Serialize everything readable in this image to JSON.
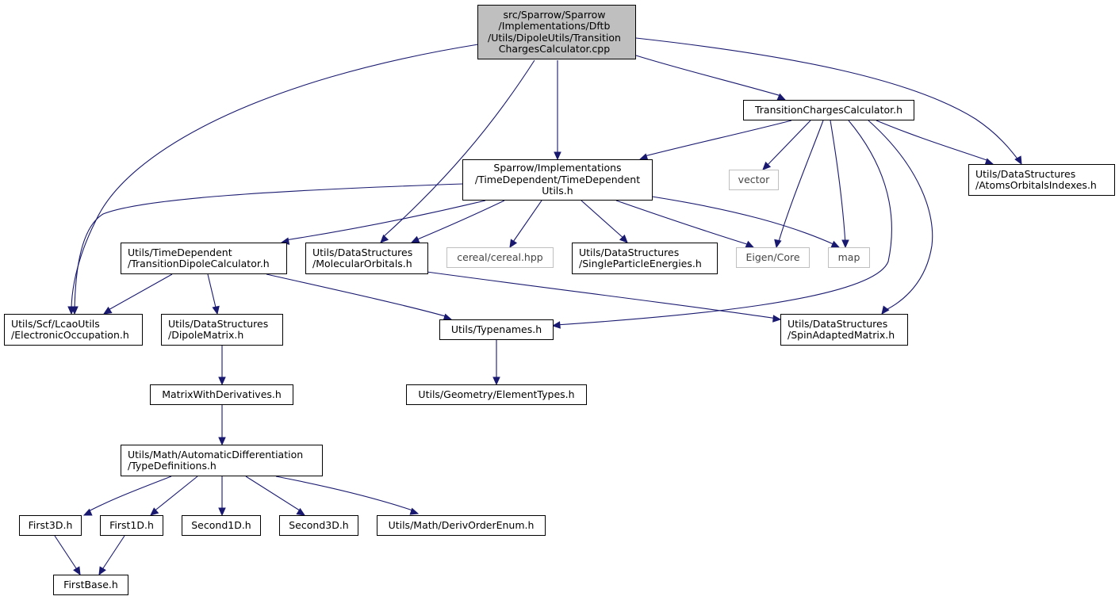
{
  "graph": {
    "root": "src/Sparrow/Sparrow\n/Implementations/Dftb\n/Utils/DipoleUtils/Transition\nChargesCalculator.cpp",
    "nodes": {
      "transition_charges_h": "TransitionChargesCalculator.h",
      "time_dependent_utils": "Sparrow/Implementations\n/TimeDependent/TimeDependent\nUtils.h",
      "vector": "vector",
      "atoms_orbitals_indexes": "Utils/DataStructures\n/AtomsOrbitalsIndexes.h",
      "transition_dipole_calc": "Utils/TimeDependent\n/TransitionDipoleCalculator.h",
      "molecular_orbitals": "Utils/DataStructures\n/MolecularOrbitals.h",
      "cereal": "cereal/cereal.hpp",
      "single_particle_energies": "Utils/DataStructures\n/SingleParticleEnergies.h",
      "eigen_core": "Eigen/Core",
      "map": "map",
      "electronic_occupation": "Utils/Scf/LcaoUtils\n/ElectronicOccupation.h",
      "dipole_matrix": "Utils/DataStructures\n/DipoleMatrix.h",
      "typenames": "Utils/Typenames.h",
      "spin_adapted_matrix": "Utils/DataStructures\n/SpinAdaptedMatrix.h",
      "matrix_with_derivatives": "MatrixWithDerivatives.h",
      "element_types": "Utils/Geometry/ElementTypes.h",
      "type_definitions": "Utils/Math/AutomaticDifferentiation\n/TypeDefinitions.h",
      "first3d": "First3D.h",
      "first1d": "First1D.h",
      "second1d": "Second1D.h",
      "second3d": "Second3D.h",
      "deriv_order_enum": "Utils/Math/DerivOrderEnum.h",
      "first_base": "FirstBase.h"
    },
    "edge_color": "#191970",
    "root_fill": "#bfbfbf",
    "external_border": "#bfbfbf"
  }
}
